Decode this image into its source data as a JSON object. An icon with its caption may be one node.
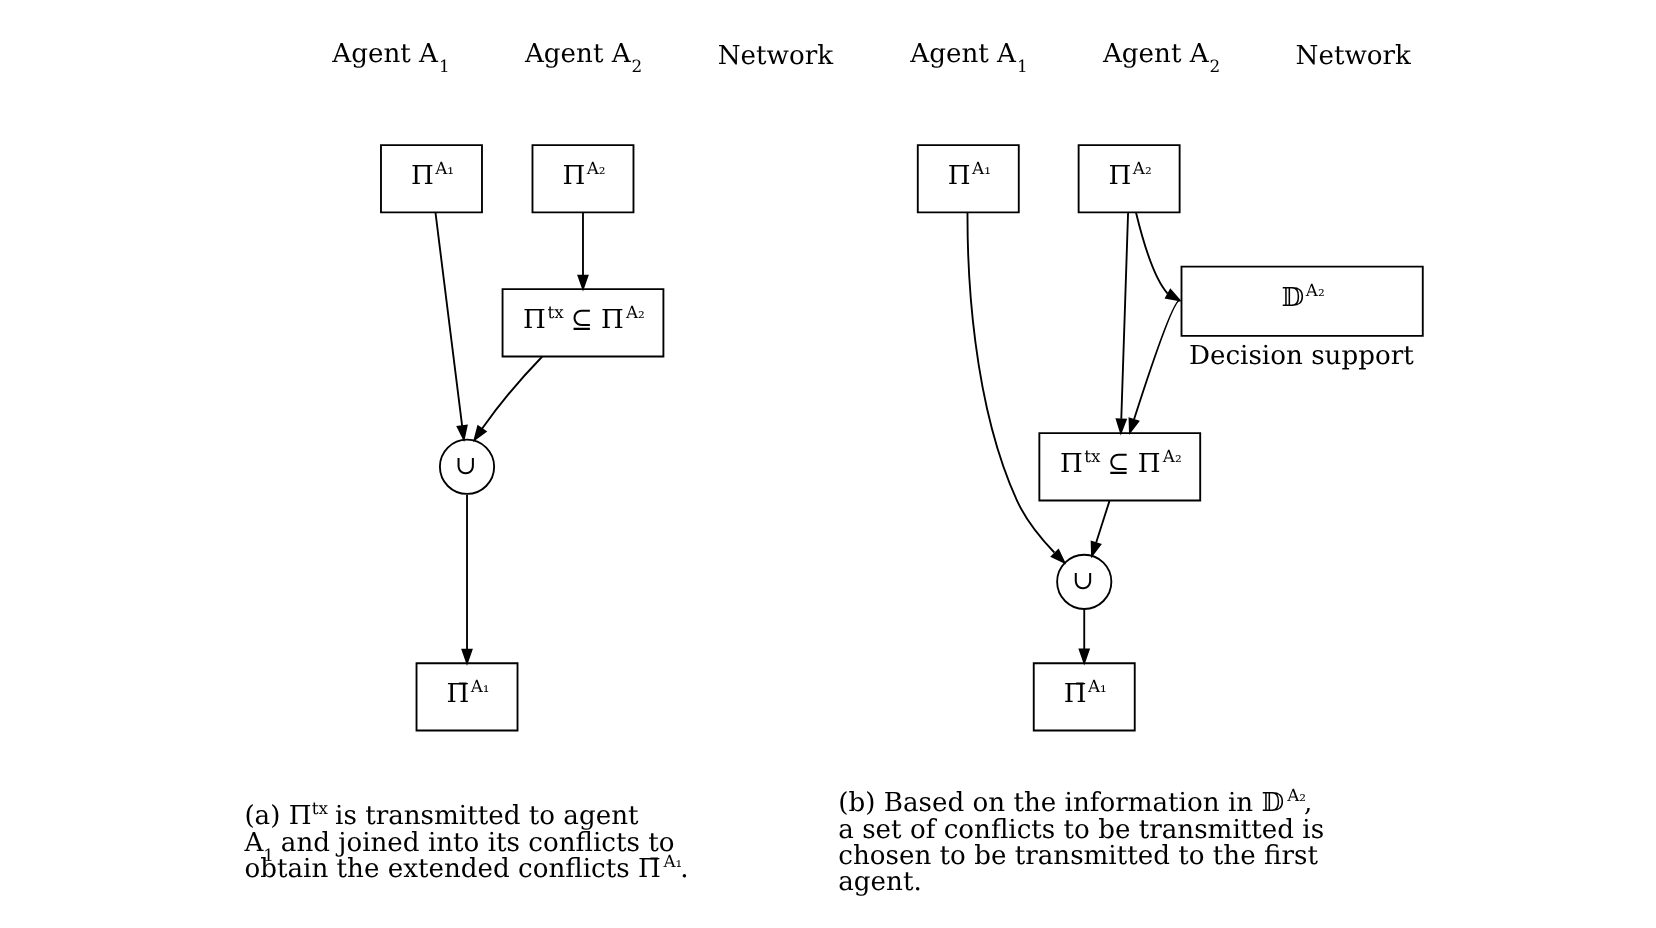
{
  "diagram": {
    "nodes": [
      {
        "text": [
          "Π$^{A₁}$"
        ]
      },
      {
        "text": [
          "Π$^{A₂}$"
        ]
      },
      {
        "text": [
          "Π$^{tx}$ ⊆ Π$^{A₂}$"
        ]
      },
      {
        "text": [
          "∪"
        ]
      },
      {
        "text": [
          "Π̄$^{A₁}$"
        ]
      },
      {
        "text": [
          "Π$^{A₁}$"
        ]
      },
      {
        "text": [
          "Π$^{A₂}$"
        ]
      },
      {
        "text": [
          "𝔻$^{A₂}$"
        ],
        "beside": [
          "Decision support"
        ]
      },
      {
        "text": [
          "Π$^{tx}$ ⊆ Π$^{A₂}$"
        ]
      },
      {
        "text": [
          "∪"
        ]
      },
      {
        "text": [
          "Π̄$^{A₁}$"
        ]
      }
    ],
    "edges": [
      {
        "from": 0,
        "to": 3,
        "arrow": "to"
      },
      {
        "from": 1,
        "to": 2,
        "arrow": "to"
      },
      {
        "from": 2,
        "to": 3,
        "arrow": "to"
      },
      {
        "from": 3,
        "to": 4,
        "arrow": "to"
      },
      {
        "from": 5,
        "to": 9,
        "arrow": "to"
      },
      {
        "from": 6,
        "to": 8,
        "arrow": "to"
      },
      {
        "from": 6,
        "to": 7,
        "arrow": "to"
      },
      {
        "from": 7,
        "to": 8,
        "arrow": "to"
      },
      {
        "from": 8,
        "to": 9,
        "arrow": "to"
      },
      {
        "from": 9,
        "to": 10,
        "arrow": "to"
      }
    ],
    "labels": [
      "Agent A$_{1}$",
      "Agent A$_{2}$",
      "Network",
      "Agent A$_{1}$",
      "Agent A$_{2}$",
      "Network",
      "(a) Π$^{tx}$ is transmitted to agent A$_{1}$ and joined into its conflicts to obtain the extended conflicts Π̄$^{A₁}$.",
      "(b) Based on the information in 𝔻$^{A₂}$, a set of conflicts to be transmitted is chosen to be transmitted to the first agent."
    ]
  }
}
